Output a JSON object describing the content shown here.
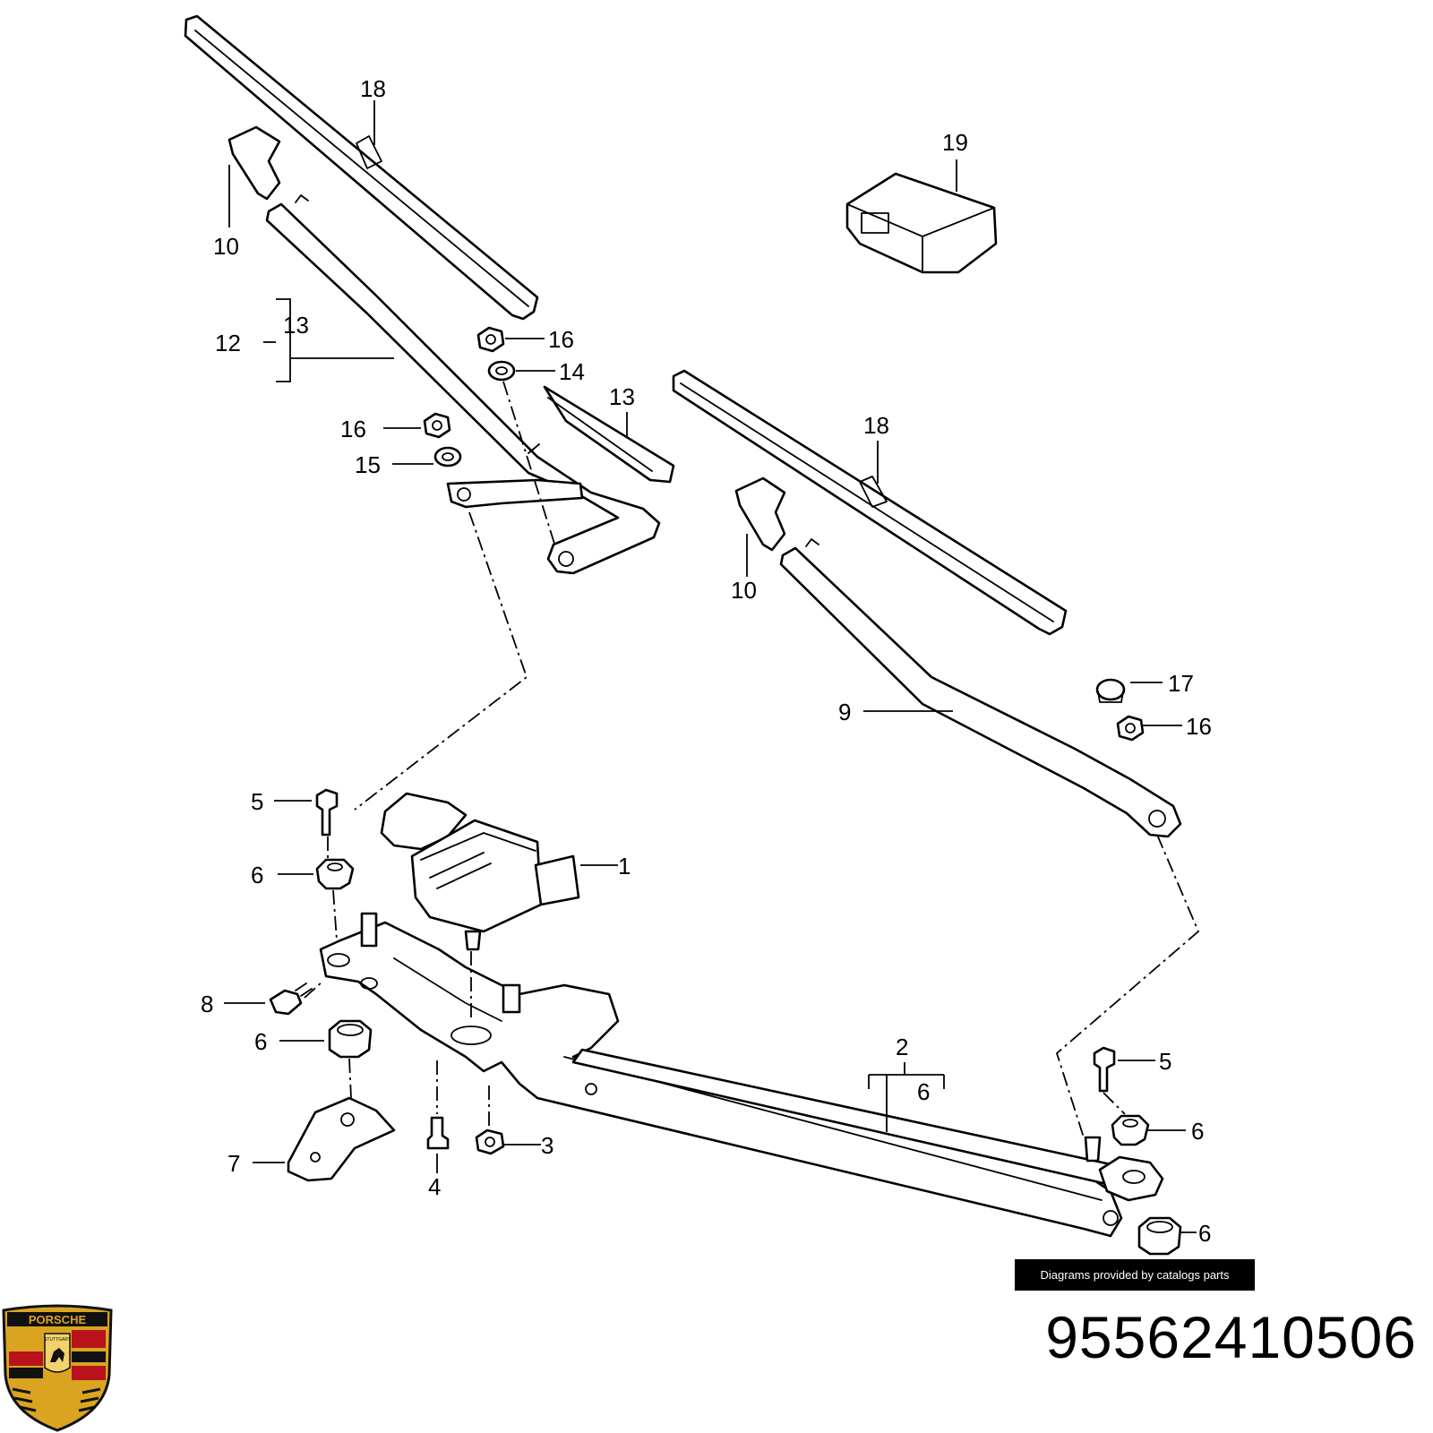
{
  "callouts": {
    "c1": "1",
    "c2": "2",
    "c3": "3",
    "c4": "4",
    "c5a": "5",
    "c5b": "5",
    "c6a": "6",
    "c6b": "6",
    "c6c": "6",
    "c6d": "6",
    "c6e": "6",
    "c7": "7",
    "c8": "8",
    "c9": "9",
    "c10a": "10",
    "c10b": "10",
    "c12": "12",
    "c13a": "13",
    "c13b": "13",
    "c14": "14",
    "c15": "15",
    "c16a": "16",
    "c16b": "16",
    "c16c": "16",
    "c17": "17",
    "c18a": "18",
    "c18b": "18",
    "c19": "19"
  },
  "credit": "Diagrams provided by catalogs parts",
  "part_number": "95562410506",
  "logo": {
    "brand": "PORSCHE",
    "city": "STUTTGART",
    "colors": {
      "gold": "#d9a520",
      "red": "#b8121b",
      "black": "#111111"
    }
  }
}
